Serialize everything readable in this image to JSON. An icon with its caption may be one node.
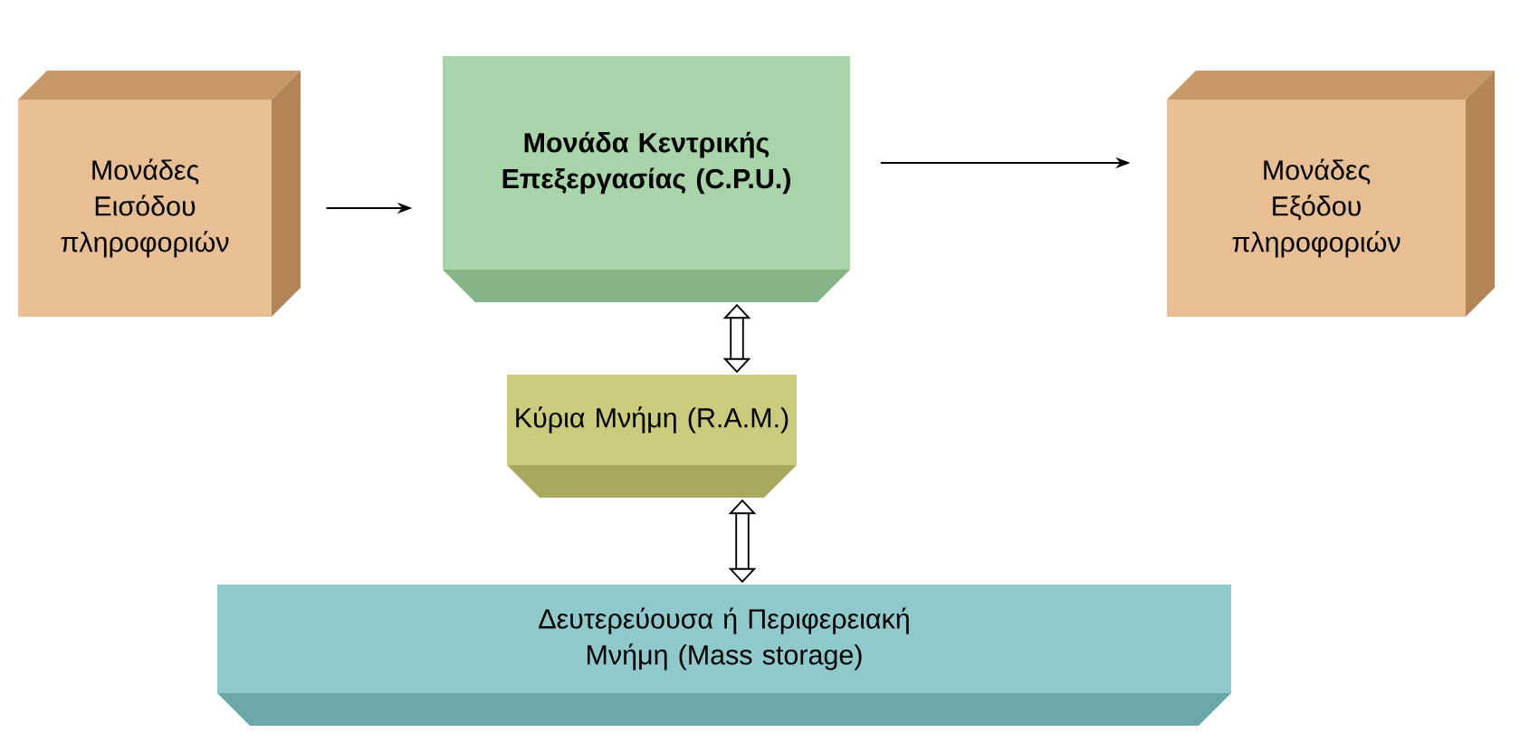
{
  "diagram": {
    "nodes": [
      {
        "text": [
          "Μονάδες Εισόδου πληροφοριών"
        ]
      },
      {
        "text": [
          "Μονάδα Κεντρικής Επεξεργασίας (C.P.U.)"
        ]
      },
      {
        "text": [
          "Μονάδες Εξόδου πληροφοριών"
        ]
      },
      {
        "text": [
          "Κύρια Μνήμη (R.A.M.)"
        ]
      },
      {
        "text": [
          "Δευτερεύουσα ή Περιφερειακή Μνήμη (Mass storage)"
        ]
      }
    ],
    "edges": [
      {
        "from": 0,
        "to": 1,
        "arrow": "to"
      },
      {
        "from": 1,
        "to": 2,
        "arrow": "to"
      },
      {
        "from": 1,
        "to": 3,
        "arrow": "both",
        "style": "thick"
      },
      {
        "from": 3,
        "to": 4,
        "arrow": "both",
        "style": "thick"
      }
    ]
  }
}
